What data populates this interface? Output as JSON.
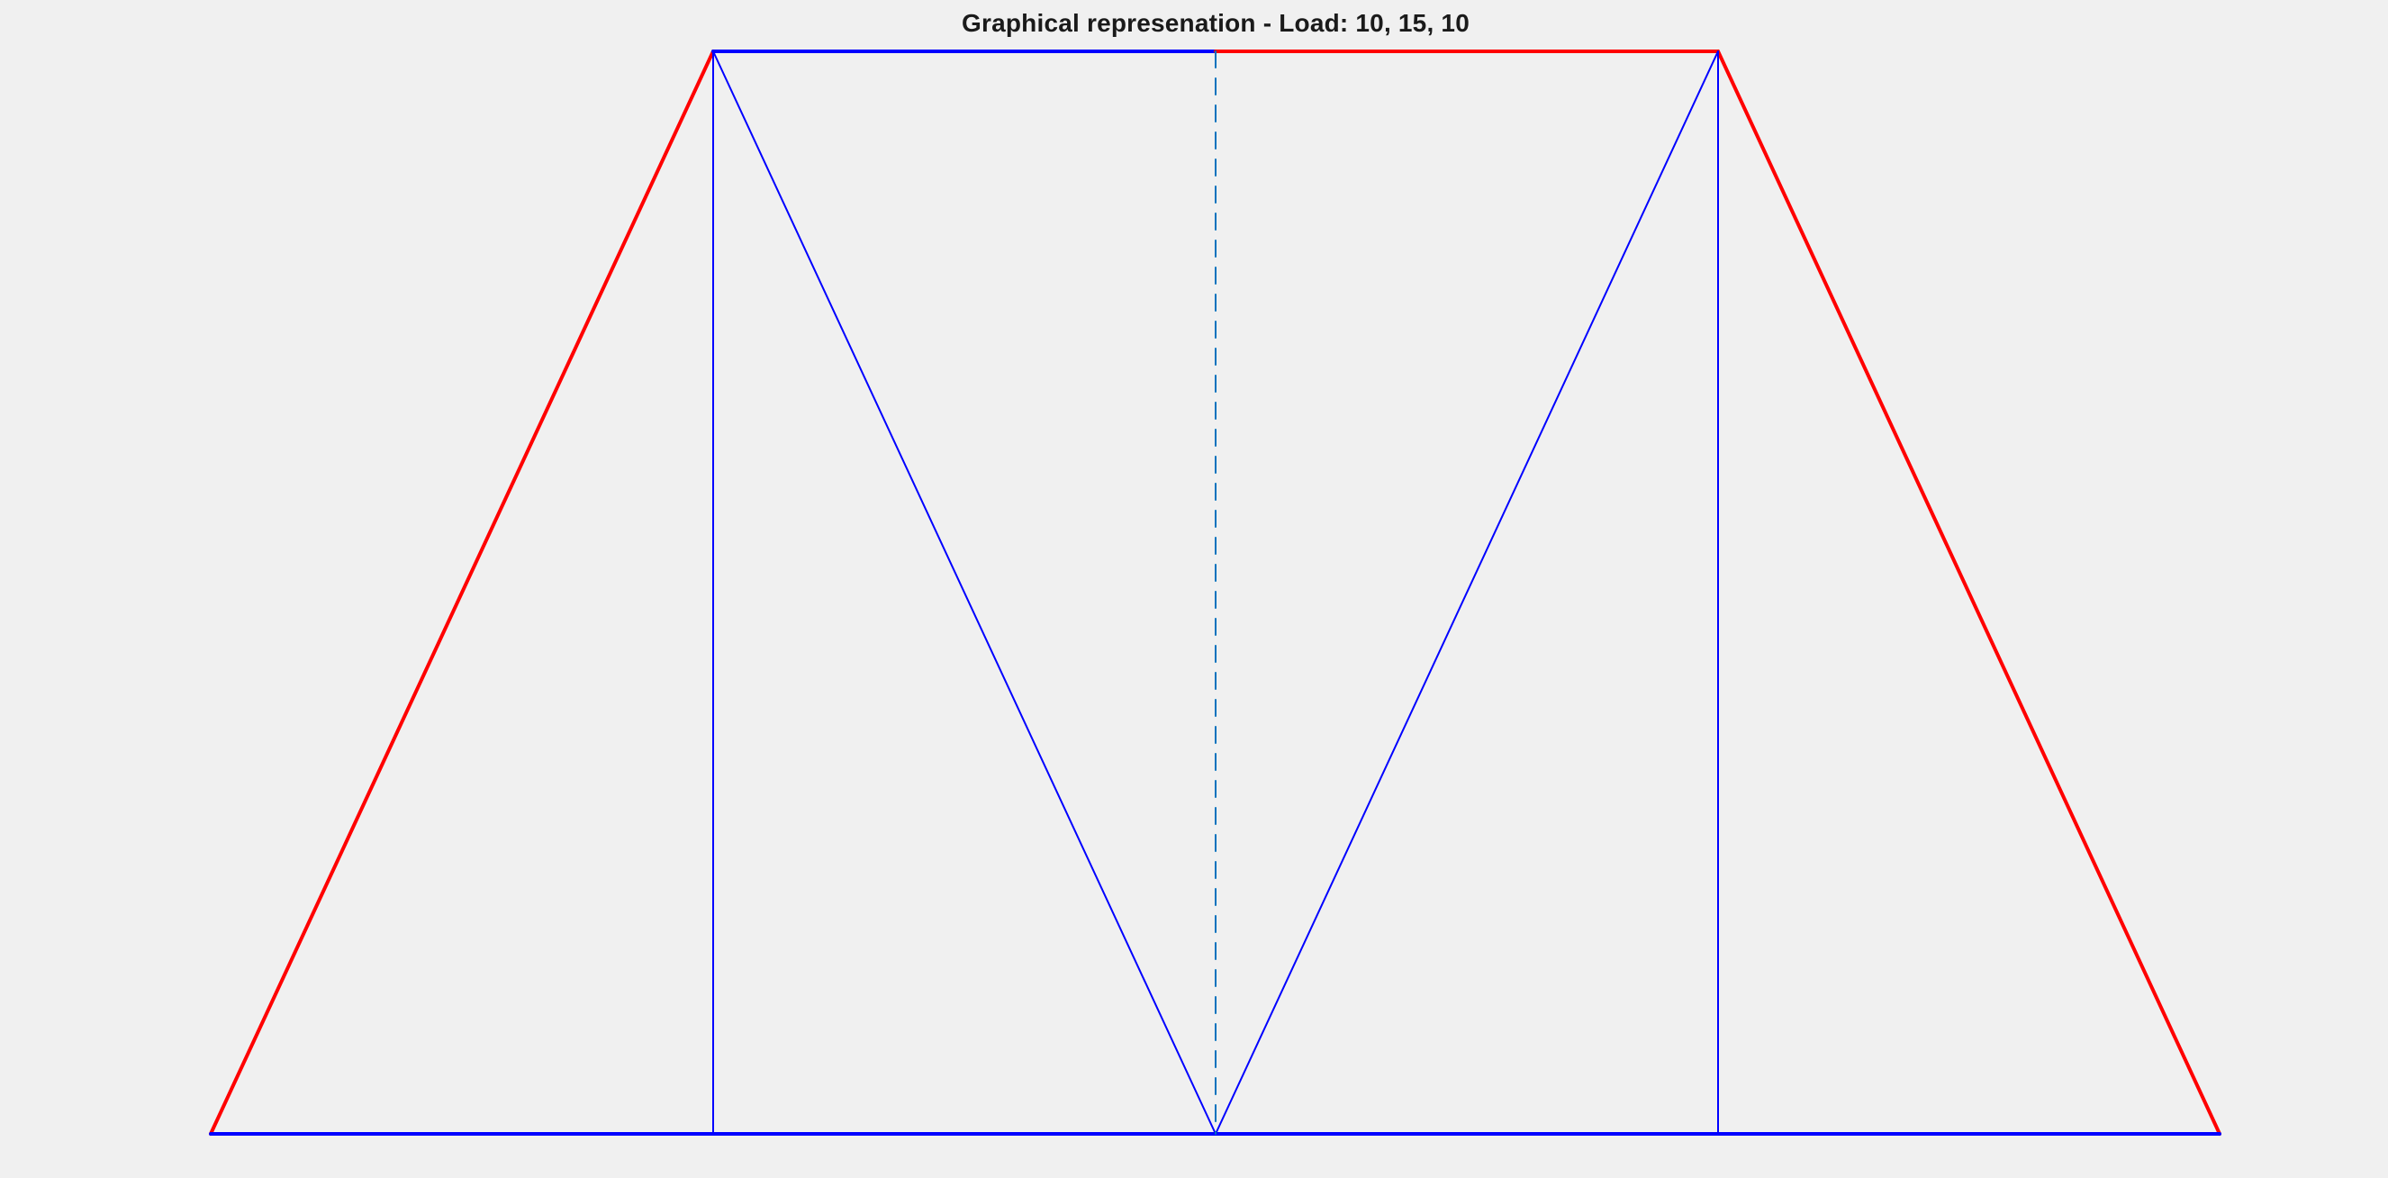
{
  "figure": {
    "title": "Graphical represenation - Load: 10, 15, 10"
  },
  "colors": {
    "background": "#f0f0f0",
    "tension_member": "#ff0000",
    "compression_member": "#0000ff",
    "zero_force_member": "#0072bd",
    "title_text": "#1a1a1a"
  },
  "truss": {
    "joints": [
      {
        "id": "bottom-left-support"
      },
      {
        "id": "bottom-panel-point-1"
      },
      {
        "id": "bottom-center"
      },
      {
        "id": "bottom-panel-point-3"
      },
      {
        "id": "bottom-right-support"
      },
      {
        "id": "top-left"
      },
      {
        "id": "top-center"
      },
      {
        "id": "top-right"
      }
    ],
    "members": [
      {
        "id": "left-end-diagonal",
        "state": "tension"
      },
      {
        "id": "right-end-diagonal",
        "state": "tension"
      },
      {
        "id": "top-chord-left",
        "state": "compression"
      },
      {
        "id": "top-chord-right",
        "state": "tension"
      },
      {
        "id": "bottom-chord-1",
        "state": "compression"
      },
      {
        "id": "bottom-chord-2",
        "state": "compression"
      },
      {
        "id": "bottom-chord-3",
        "state": "compression"
      },
      {
        "id": "bottom-chord-4",
        "state": "compression"
      },
      {
        "id": "left-vertical",
        "state": "compression"
      },
      {
        "id": "right-vertical",
        "state": "compression"
      },
      {
        "id": "left-inner-diagonal",
        "state": "compression"
      },
      {
        "id": "right-inner-diagonal",
        "state": "compression"
      },
      {
        "id": "center-vertical",
        "state": "zero"
      }
    ]
  }
}
